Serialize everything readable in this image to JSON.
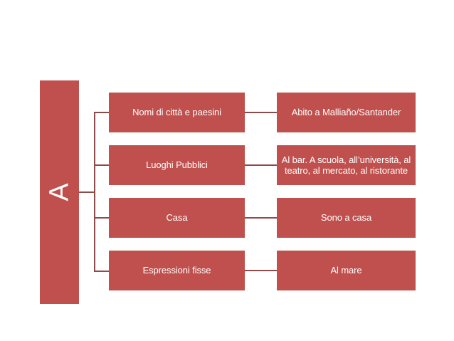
{
  "diagram": {
    "type": "horizontal-hierarchy",
    "background_color": "#ffffff",
    "node_color": "#c0504d",
    "connector_color": "#8d4b4a",
    "text_color": "#ffffff",
    "root": {
      "label": "A",
      "orientation": "vertical-rotated"
    },
    "branches": [
      {
        "category": "Nomi di città e paesini",
        "example": "Abito a Malliaño/Santander"
      },
      {
        "category": "Luoghi Pubblici",
        "example": "Al bar. A scuola, all’università, al teatro, al mercato, al ristorante"
      },
      {
        "category": "Casa",
        "example": "Sono a casa"
      },
      {
        "category": "Espressioni fisse",
        "example": "Al mare"
      }
    ]
  }
}
